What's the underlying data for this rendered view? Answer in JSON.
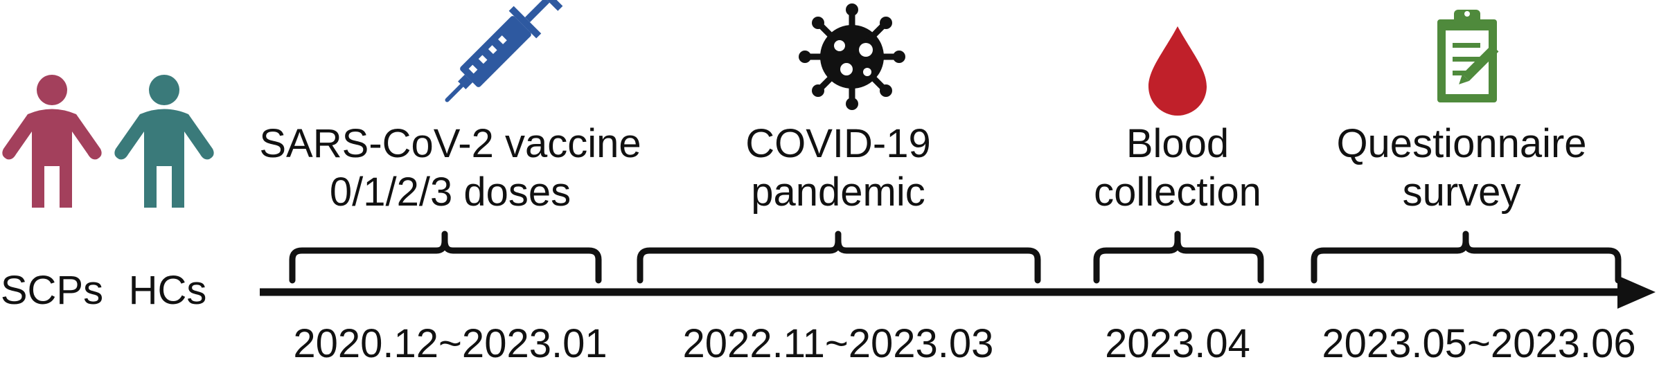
{
  "groups": [
    {
      "label": "SCPs",
      "color": "#a3405c"
    },
    {
      "label": "HCs",
      "color": "#3a7a7a"
    }
  ],
  "events": [
    {
      "line1": "SARS-CoV-2 vaccine",
      "line2": "0/1/2/3 doses",
      "date": "2020.12~2023.01",
      "icon": "syringe-icon",
      "icon_color": "#2e59a0"
    },
    {
      "line1": "COVID-19",
      "line2": "pandemic",
      "date": "2022.11~2023.03",
      "icon": "virus-icon",
      "icon_color": "#111111"
    },
    {
      "line1": "Blood",
      "line2": "collection",
      "date": "2023.04",
      "icon": "blood-drop-icon",
      "icon_color": "#c0202a"
    },
    {
      "line1": "Questionnaire",
      "line2": "survey",
      "date": "2023.05~2023.06",
      "icon": "clipboard-icon",
      "icon_color": "#4f8a3c"
    }
  ]
}
